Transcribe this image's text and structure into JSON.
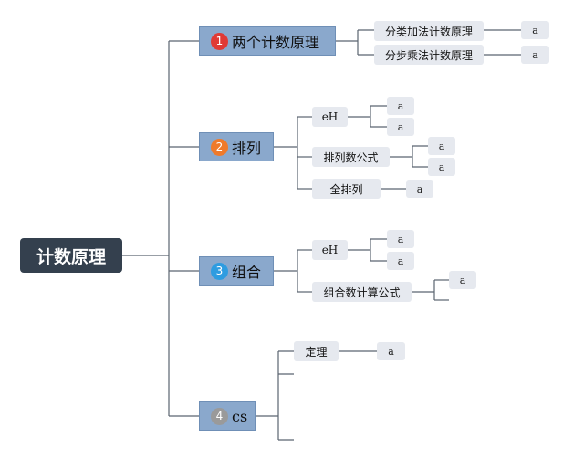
{
  "root": {
    "label": "计数原理"
  },
  "branches": [
    {
      "number": "1",
      "label": "两个计数原理",
      "badge_color": "#e03a35",
      "children": [
        {
          "label": "分类加法计数原理",
          "leaves": [
            "a"
          ]
        },
        {
          "label": "分步乘法计数原理",
          "leaves": [
            "a"
          ]
        }
      ]
    },
    {
      "number": "2",
      "label": "排列",
      "badge_color": "#ef7a2b",
      "children": [
        {
          "label": "eH",
          "leaves": [
            "a",
            "a"
          ]
        },
        {
          "label": "排列数公式",
          "leaves": [
            "a",
            "a"
          ]
        },
        {
          "label": "全排列",
          "leaves": [
            "a"
          ]
        }
      ]
    },
    {
      "number": "3",
      "label": "组合",
      "badge_color": "#2e9ce0",
      "children": [
        {
          "label": "eH",
          "leaves": [
            "a",
            "a"
          ]
        },
        {
          "label": "组合数计算公式",
          "leaves": [
            "a"
          ]
        }
      ]
    },
    {
      "number": "4",
      "label": "cs",
      "badge_color": "#9a9a9a",
      "children": [
        {
          "label": "定理",
          "leaves": [
            "a"
          ]
        }
      ]
    }
  ],
  "colors": {
    "root_bg": "#34404e",
    "branch_bg": "#8aa8cc",
    "node_bg": "#e6e9ef",
    "line": "#5b6470"
  }
}
